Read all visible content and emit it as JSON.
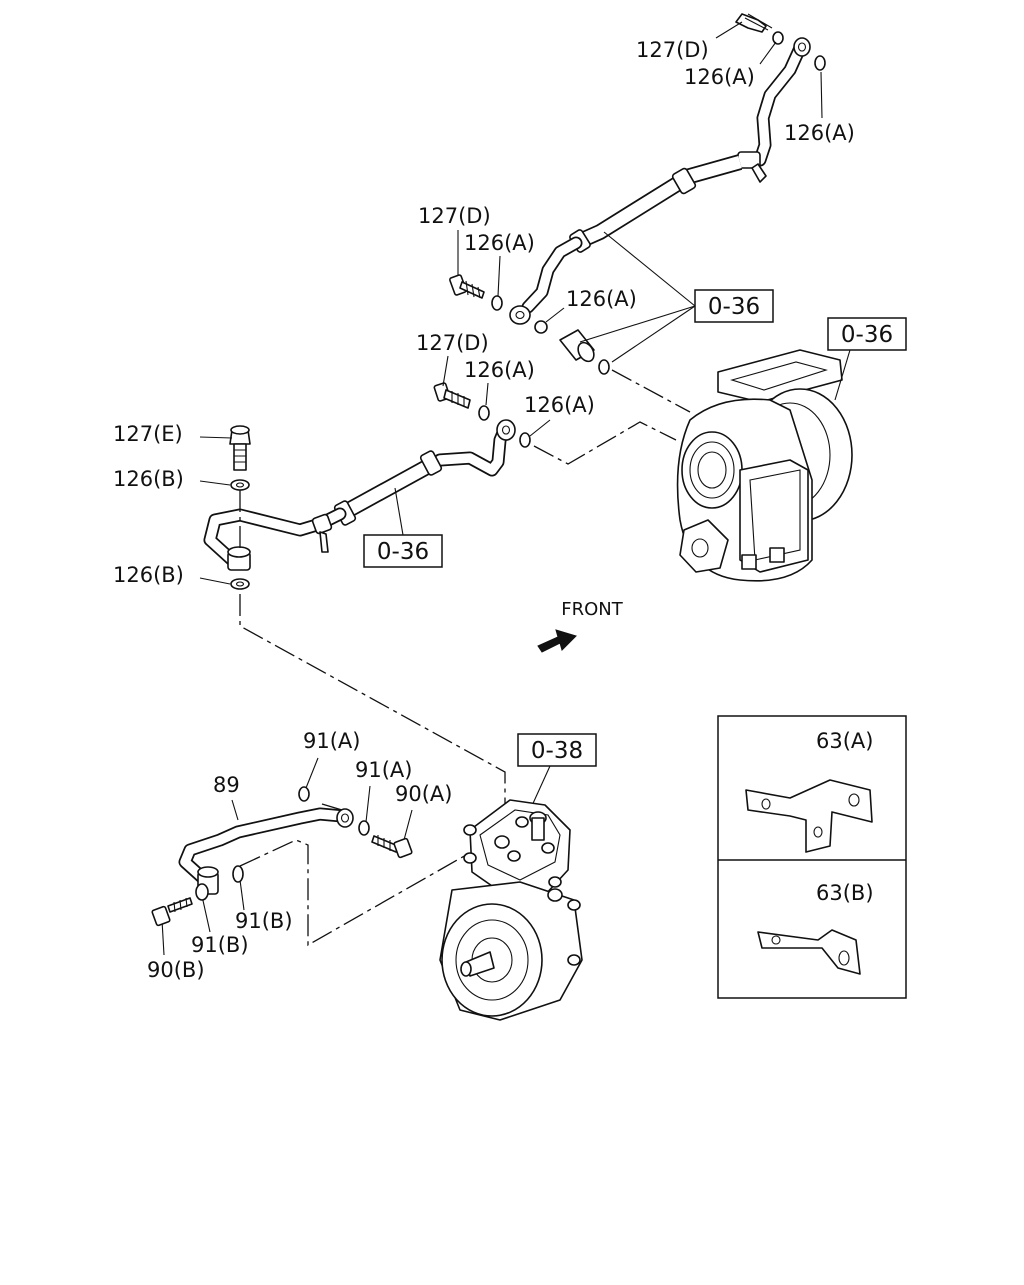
{
  "labels": {
    "top_127d": "127(D)",
    "top_126a_1": "126(A)",
    "top_126a_2": "126(A)",
    "mid_127d": "127(D)",
    "mid_126a": "126(A)",
    "mid_126a_right": "126(A)",
    "low_127d": "127(D)",
    "low_126a": "126(A)",
    "low_126a_right": "126(A)",
    "left_127e": "127(E)",
    "left_126b_top": "126(B)",
    "left_126b_bottom": "126(B)",
    "comp_91a_1": "91(A)",
    "comp_91a_2": "91(A)",
    "comp_90a": "90(A)",
    "comp_89": "89",
    "comp_91b_1": "91(B)",
    "comp_91b_2": "91(B)",
    "comp_90b": "90(B)",
    "bracket_63a": "63(A)",
    "bracket_63b": "63(B)"
  },
  "ref_boxes": {
    "hose_ref": "0-36",
    "turbo_ref": "0-36",
    "lower_hose_ref": "0-36",
    "compressor_ref": "0-38"
  },
  "front_indicator": {
    "label": "FRONT"
  }
}
